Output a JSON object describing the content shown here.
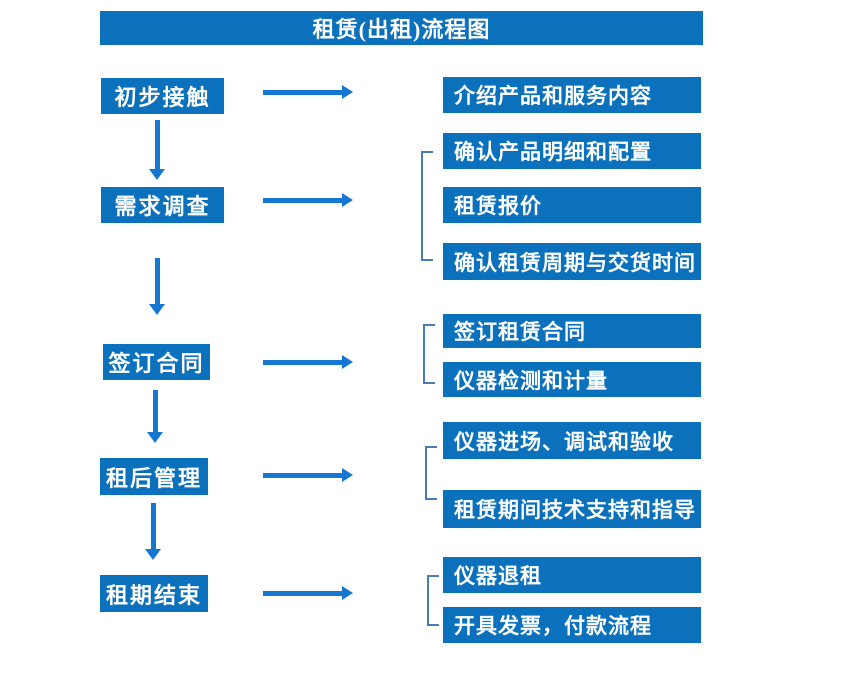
{
  "title": "租赁(出租)流程图",
  "colors": {
    "box_blue": "#0B71BD",
    "arrow_blue": "#1677D2",
    "bracket_blue": "#4A7DB5",
    "text_white": "#FFFFFF",
    "background": "#FFFFFF"
  },
  "stages": [
    {
      "step": "初步接触",
      "details": [
        "介绍产品和服务内容"
      ]
    },
    {
      "step": "需求调查",
      "details": [
        "确认产品明细和配置",
        "租赁报价",
        "确认租赁周期与交货时间"
      ]
    },
    {
      "step": "签订合同",
      "details": [
        "签订租赁合同",
        "仪器检测和计量"
      ]
    },
    {
      "step": "租后管理",
      "details": [
        "仪器进场、调试和验收",
        "租赁期间技术支持和指导"
      ]
    },
    {
      "step": "租期结束",
      "details": [
        "仪器退租",
        "开具发票，付款流程"
      ]
    }
  ]
}
